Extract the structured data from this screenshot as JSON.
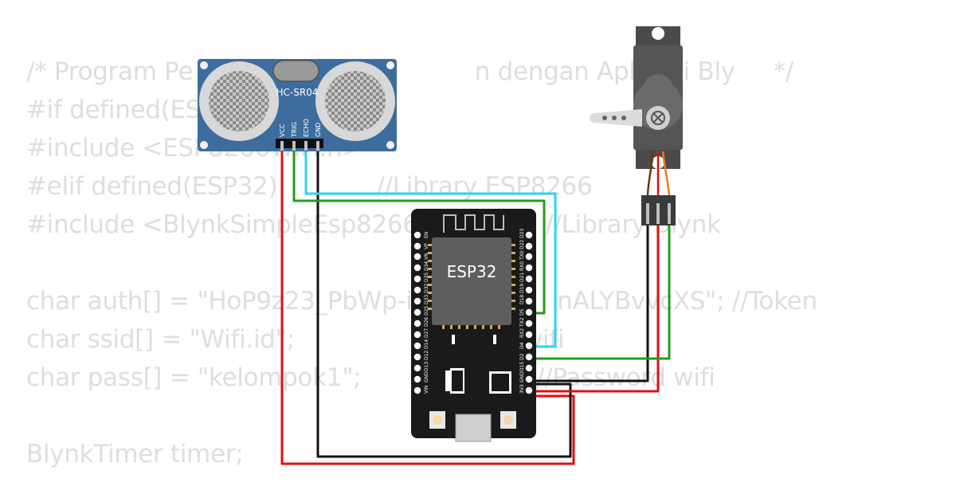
{
  "code_lines": [
    "/* Program Pe                                     n dengan Aplikasi Bly     */",
    "#if defined(ESP",
    "#include <ESP8266WiFi.h>",
    "#elif defined(ESP32)             //Library ESP8266",
    "#include <BlynkSimpleEsp8266.h>           //Library Blynk",
    "",
    "char auth[] = \"HoP9z23_PbWp-iE                 nALYBvvcXS\"; //Token",
    "char ssid[] = \"Wifi.id\";                           a wifi",
    "char pass[] = \"kelompok1\";                       //Password wifi",
    "",
    "BlynkTimer timer;"
  ],
  "sensor": {
    "label": "HC-SR04",
    "pins": [
      "VCC",
      "TRIG",
      "ECHO",
      "GND"
    ]
  },
  "board": {
    "chip_label": "ESP32",
    "left_pins": [
      "EN",
      "VP",
      "VN",
      "D34",
      "D35",
      "D32",
      "D33",
      "D25",
      "D26",
      "D27",
      "D14",
      "D12",
      "D13",
      "GND",
      "VIN"
    ],
    "right_pins": [
      "D23",
      "D22",
      "TX0",
      "RX0",
      "D21",
      "D19",
      "D18",
      "D5",
      "TX2",
      "RX2",
      "D4",
      "D2",
      "D15",
      "GND",
      "3V3"
    ]
  },
  "colors": {
    "sensor_board": "#3d6d9e",
    "esp_board": "#1a1a1a",
    "servo_body": "#4a4a4a",
    "wire_red": "#dd1111",
    "wire_black": "#111111",
    "wire_green": "#1f9d1f",
    "wire_cyan": "#29d6ee",
    "servo_orange": "#f07b12",
    "code_text": "#dedede"
  }
}
